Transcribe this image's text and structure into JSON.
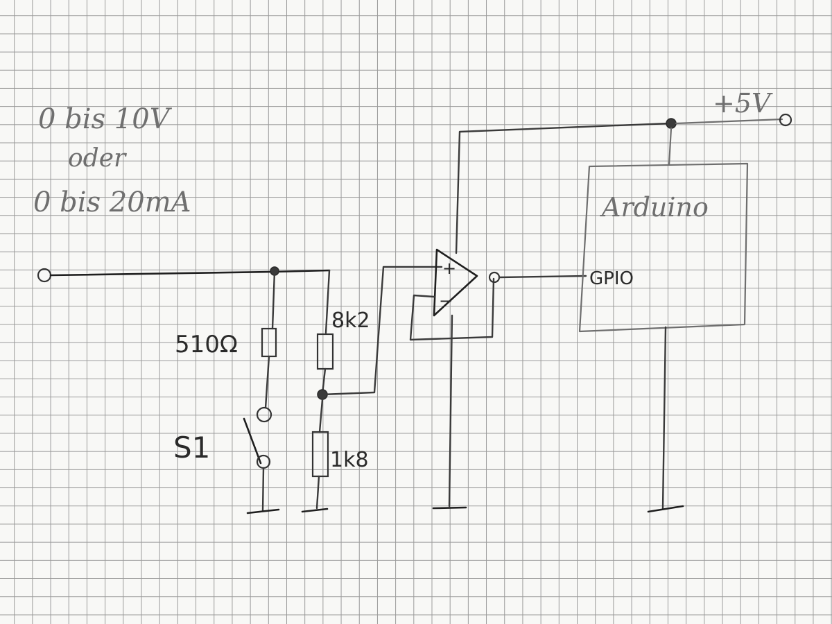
{
  "notes": {
    "range_voltage": "0 bis 10V",
    "or_word": "oder",
    "range_current": "0 bis 20mA"
  },
  "components": {
    "shunt_resistor": "510Ω",
    "upper_divider_resistor": "8k2",
    "lower_divider_resistor": "1k8",
    "switch": "S1",
    "opamp_plus": "+",
    "opamp_minus": "−",
    "supply": "+5V",
    "mcu": "Arduino",
    "mcu_pin": "GPIO"
  }
}
